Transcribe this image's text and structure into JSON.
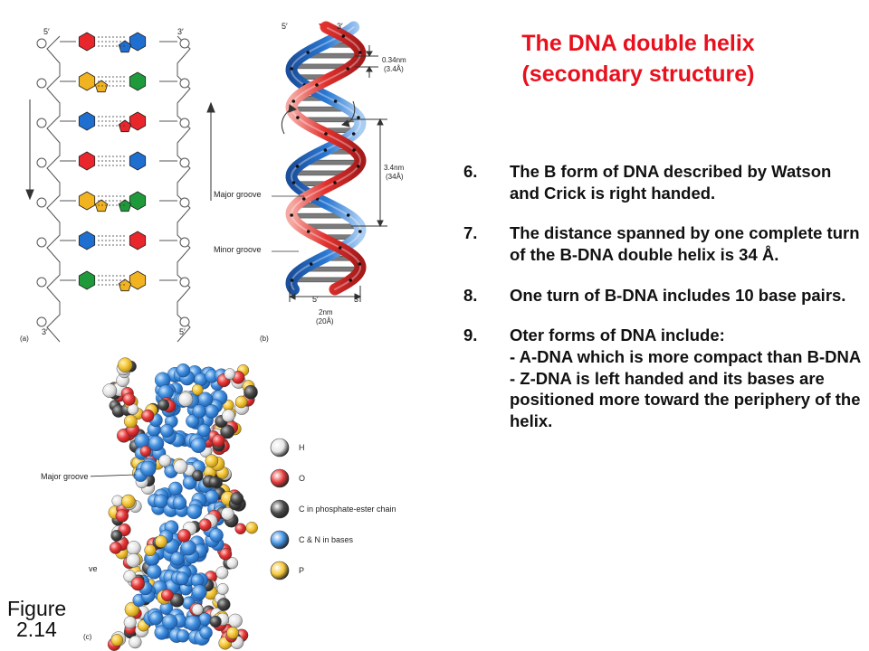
{
  "title_line1": "The DNA double helix",
  "title_line2": "(secondary structure)",
  "points": [
    {
      "num": "6.",
      "text": "The B form of DNA described by Watson and Crick is right handed.",
      "sub": []
    },
    {
      "num": "7.",
      "text": "The distance spanned by one complete turn of the B-DNA double helix is 34 Å.",
      "sub": []
    },
    {
      "num": "8.",
      "text": "One turn of B-DNA includes 10 base pairs.",
      "sub": []
    },
    {
      "num": "9.",
      "text": "Oter forms of DNA include:",
      "sub": [
        "- A-DNA which is more compact than B-DNA",
        "- Z-DNA is left handed and its bases are positioned more toward the periphery of the helix."
      ]
    }
  ],
  "figure_caption": {
    "word": "Figure",
    "number": "2.14"
  },
  "panel_a": {
    "label": "(a)",
    "top_left": "5′",
    "top_right": "3′",
    "bottom_left": "3′",
    "bottom_right": "5′",
    "base_pairs": [
      {
        "left": "#e8262b",
        "right": "#1f6fd1"
      },
      {
        "left": "#f2b320",
        "right": "#1f9a3a"
      },
      {
        "left": "#1f6fd1",
        "right": "#e8262b"
      },
      {
        "left": "#e8262b",
        "right": "#1f6fd1"
      },
      {
        "left": "#f2b320",
        "right": "#1f9a3a"
      },
      {
        "left": "#1f6fd1",
        "right": "#e8262b"
      },
      {
        "left": "#1f9a3a",
        "right": "#f2b320"
      }
    ]
  },
  "panel_b": {
    "label": "(b)",
    "top_left": "5′",
    "top_right": "3′",
    "bottom_left": "5′",
    "bottom_right": "3′",
    "rise_label_1": "0.34nm",
    "rise_label_2": "(3.4Å)",
    "pitch_label_1": "3.4nm",
    "pitch_label_2": "(34Å)",
    "width_label_1": "2nm",
    "width_label_2": "(20Å)",
    "major_groove": "Major groove",
    "minor_groove": "Minor groove"
  },
  "panel_c": {
    "label": "(c)",
    "major_groove": "Major groove",
    "minor_groove_partial": "ve",
    "legend": [
      {
        "label": "H",
        "color": "#e6e6e6"
      },
      {
        "label": "O",
        "color": "#e8393a"
      },
      {
        "label": "C in phosphate-ester chain",
        "color": "#4a4a4a"
      },
      {
        "label": "C & N in bases",
        "color": "#3f8fe0"
      },
      {
        "label": "P",
        "color": "#f5c637"
      }
    ]
  },
  "colors": {
    "title": "#e8101d",
    "strand_red": "#e0312e",
    "strand_blue": "#2a78d2"
  }
}
